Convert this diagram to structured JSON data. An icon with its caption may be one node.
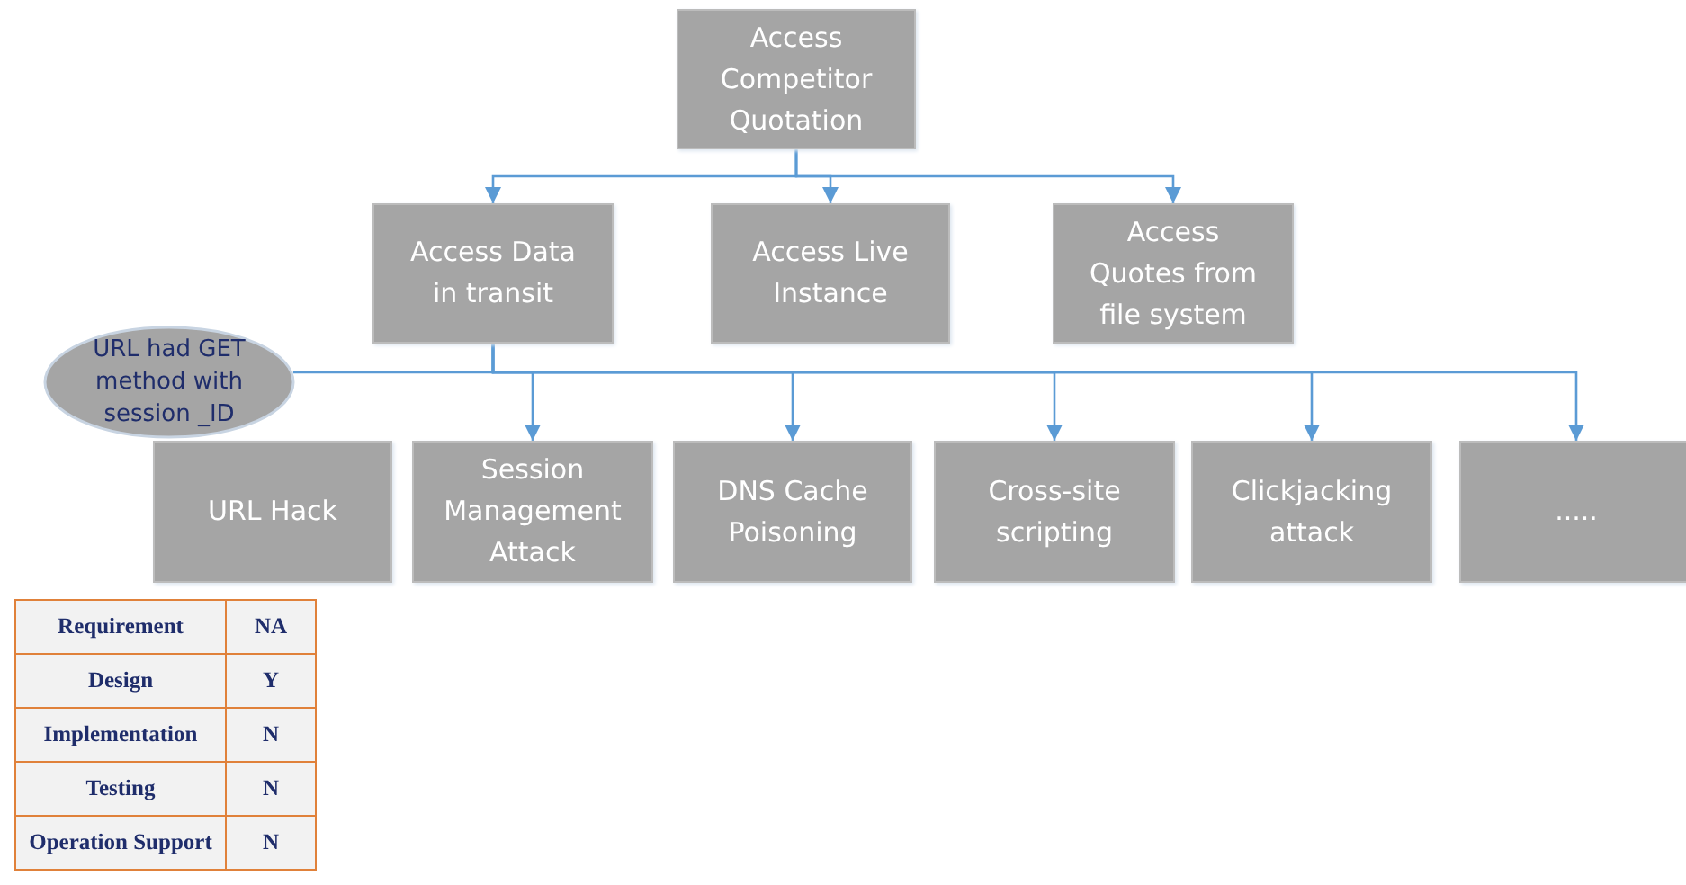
{
  "diagram": {
    "nodes": [
      {
        "text": [
          "Access Competitor Quotation"
        ]
      },
      {
        "text": [
          "Access Data in transit"
        ]
      },
      {
        "text": [
          "Access Live Instance"
        ]
      },
      {
        "text": [
          "Access Quotes from file system"
        ]
      },
      {
        "text": [
          "URL had GET method with session _ID"
        ]
      },
      {
        "text": [
          "URL Hack"
        ]
      },
      {
        "text": [
          "Session Management Attack"
        ]
      },
      {
        "text": [
          "DNS Cache Poisoning"
        ]
      },
      {
        "text": [
          "Cross-site scripting"
        ]
      },
      {
        "text": [
          "Clickjacking attack"
        ]
      },
      {
        "text": [
          "....."
        ]
      }
    ],
    "edges": [
      {
        "from": 0,
        "to": 1,
        "arrow": "to"
      },
      {
        "from": 0,
        "to": 2,
        "arrow": "to"
      },
      {
        "from": 0,
        "to": 3,
        "arrow": "to"
      },
      {
        "from": 1,
        "to": 4,
        "arrow": "none"
      },
      {
        "from": 1,
        "to": 6,
        "arrow": "to"
      },
      {
        "from": 1,
        "to": 7,
        "arrow": "to"
      },
      {
        "from": 1,
        "to": 8,
        "arrow": "to"
      },
      {
        "from": 1,
        "to": 9,
        "arrow": "to"
      },
      {
        "from": 1,
        "to": 10,
        "arrow": "to"
      }
    ],
    "labels": [
      "Requirement",
      "NA",
      "Design",
      "Y",
      "Implementation",
      "N",
      "Testing",
      "N",
      "Operation Support",
      "N"
    ]
  }
}
